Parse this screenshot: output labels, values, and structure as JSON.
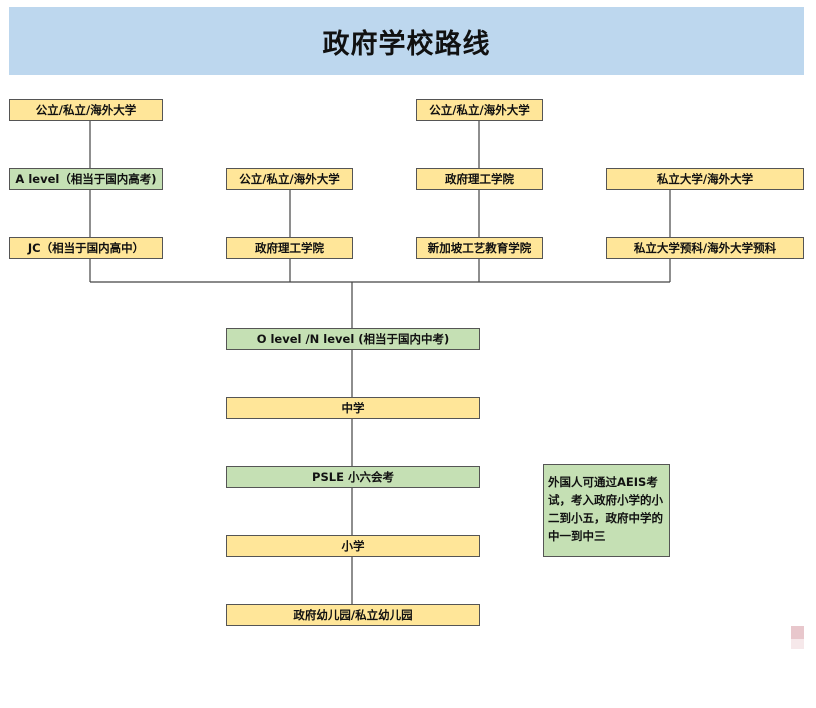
{
  "title": "政府学校路线",
  "nodes": {
    "univ_1": "公立/私立/海外大学",
    "univ_2": "公立/私立/海外大学",
    "univ_3": "公立/私立/海外大学",
    "a_level": "A level（相当于国内高考)",
    "poly_1": "政府理工学院",
    "private_univ": "私立大学/海外大学",
    "jc": "JC（相当于国内高中）",
    "poly_2": "政府理工学院",
    "ite": "新加坡工艺教育学院",
    "private_prep": "私立大学预科/海外大学预科",
    "o_level": "O level /N level (相当于国内中考)",
    "secondary": "中学",
    "psle": "PSLE 小六会考",
    "primary": "小学",
    "kindergarten": "政府幼儿园/私立幼儿园"
  },
  "note": "外国人可通过AEIS考试，考入政府小学的小二到小五，政府中学的中一到中三",
  "colors": {
    "title_bg": "#bdd7ee",
    "yellow": "#ffe699",
    "green": "#c5e0b4",
    "line": "#444444"
  }
}
